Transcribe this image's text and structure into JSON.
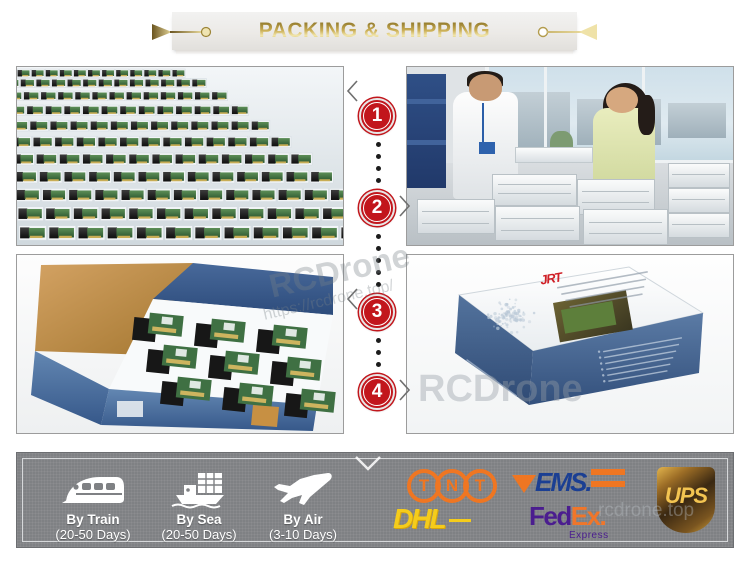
{
  "banner": {
    "title": "PACKING & SHIPPING",
    "ornament_left": "arrow-dot-left-ornament",
    "ornament_right": "arrow-dot-right-ornament",
    "gold_color": "#c9ad55",
    "plate_color": "#eceae7"
  },
  "photos": [
    {
      "id": "photo-bulk-trays",
      "name": "bulk-modules-in-trays-photo",
      "caption": "Grid of laser distance modules arranged in white packing trays"
    },
    {
      "id": "photo-warehouse",
      "name": "warehouse-handover-photo",
      "caption": "Two staff members handling stacked white trays in warehouse"
    },
    {
      "id": "photo-inner-box",
      "name": "open-inner-box-photo",
      "caption": "Open blue carton with foam inserts holding PCB modules"
    },
    {
      "id": "photo-retail-box",
      "name": "retail-product-box-photo",
      "caption": "Closed blue and white retail box with JRT branding",
      "brand": "JRT"
    }
  ],
  "steps": [
    {
      "number": "1",
      "caret": "left"
    },
    {
      "number": "2",
      "caret": "right"
    },
    {
      "number": "3",
      "caret": "left"
    },
    {
      "number": "4",
      "caret": "right"
    }
  ],
  "shipping": {
    "panel_color": "#7f8184",
    "modes": [
      {
        "icon": "train-icon",
        "label": "By Train",
        "duration": "(20-50 Days)"
      },
      {
        "icon": "ship-icon",
        "label": "By Sea",
        "duration": "(20-50 Days)"
      },
      {
        "icon": "plane-icon",
        "label": "By Air",
        "duration": "(3-10 Days)"
      }
    ],
    "couriers": [
      {
        "name": "tnt-logo",
        "text": "TNT",
        "letters": [
          "T",
          "N",
          "T"
        ],
        "color": "#ef7622"
      },
      {
        "name": "dhl-logo",
        "text": "DHL",
        "color": "#f5cc1b"
      },
      {
        "name": "ems-logo",
        "text": "EMS.",
        "color": "#1b3f93"
      },
      {
        "name": "fedex-logo",
        "text_fed": "Fed",
        "text_ex": "Ex.",
        "subtitle": "Express",
        "color": "#4b1d8f"
      },
      {
        "name": "ups-logo",
        "text": "UPS",
        "color": "#f3c451"
      }
    ]
  },
  "watermarks": {
    "primary": "RCDrone",
    "url": "https://rcdrone.top/",
    "large": "RCDrone",
    "faint": "rcdrone.top"
  }
}
